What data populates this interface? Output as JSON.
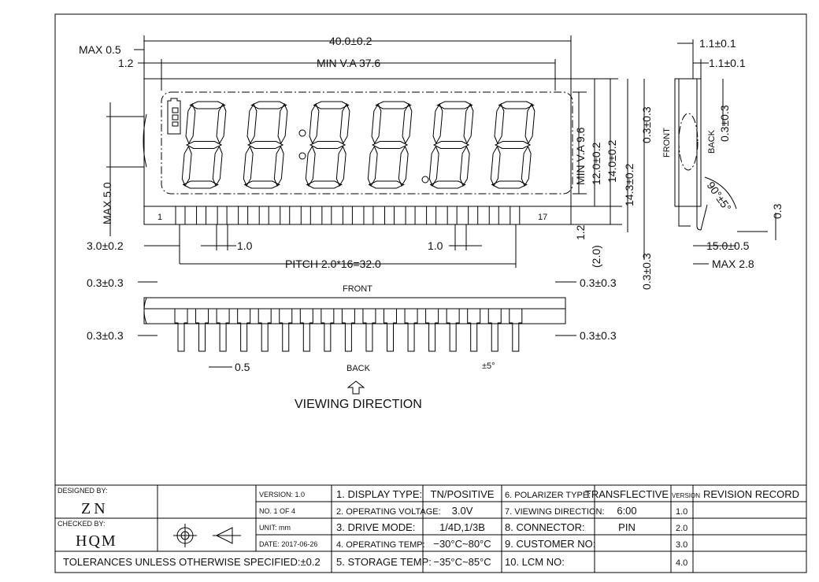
{
  "front_view": {
    "max_05": "MAX 0.5",
    "d12": "1.2",
    "width": "40.0±0.2",
    "min_va_w": "MIN V.A 37.6",
    "max_50": "MAX 5.0",
    "d30": "3.0±0.2",
    "d10a": "1.0",
    "d10b": "1.0",
    "pitch": "PITCH 2.0*16=32.0",
    "pin_first": "1",
    "pin_last": "17",
    "min_va_h": "MIN V.A 9.6",
    "h120": "12.0±0.2",
    "h140": "14.0±0.2",
    "h143": "14.3±0.2",
    "d12b": "1.2",
    "d20": "(2.0)",
    "digits": 6
  },
  "side_view": {
    "t11a": "1.1±0.1",
    "t11b": "1.1±0.1",
    "t03a": "0.3±0.3",
    "front": "FRONT",
    "back": "BACK",
    "t03b": "0.3±0.3",
    "angle": "90°±5°",
    "t03c": "0.3",
    "t150": "15.0±0.5",
    "max28": "MAX 2.8",
    "t03d": "0.3±0.3"
  },
  "bottom_view": {
    "a": "0.3±0.3",
    "b": "0.3±0.3",
    "c": "0.3±0.3",
    "d": "0.3±0.3",
    "front": "FRONT",
    "back": "BACK",
    "d05": "0.5",
    "angle": "±5°",
    "viewing": "VIEWING DIRECTION"
  },
  "title_block": {
    "designed_by": "DESIGNED BY:",
    "designer": "ZN",
    "checked_by": "CHECKED BY:",
    "checker": "HQM",
    "version": "VERSION:  1.0",
    "no": "NO. 1   OF  4",
    "unit": "UNIT: mm",
    "date": "DATE: 2017-06-26",
    "tolerance": "TOLERANCES UNLESS OTHERWISE SPECIFIED:±0.2",
    "specs": [
      {
        "label": "1. DISPLAY TYPE:",
        "value": "TN/POSITIVE"
      },
      {
        "label": "2. OPERATING VOLTAGE:",
        "value": "3.0V"
      },
      {
        "label": "3. DRIVE  MODE:",
        "value": "1/4D,1/3B"
      },
      {
        "label": "4. OPERATING TEMP:",
        "value": "−30°C~80°C"
      },
      {
        "label": "5. STORAGE TEMP:",
        "value": "−35°C~85°C"
      },
      {
        "label": "6. POLARIZER TYPE:",
        "value": "TRANSFLECTIVE"
      },
      {
        "label": "7. VIEWING DIRECTION:",
        "value": "6:00"
      },
      {
        "label": "8. CONNECTOR:",
        "value": "PIN"
      },
      {
        "label": "9. CUSTOMER NO:",
        "value": ""
      },
      {
        "label": "10. LCM   NO:",
        "value": ""
      }
    ],
    "version_header": "VERSION",
    "revision_header": "REVISION RECORD",
    "versions": [
      "1.0",
      "2.0",
      "3.0",
      "4.0"
    ]
  }
}
